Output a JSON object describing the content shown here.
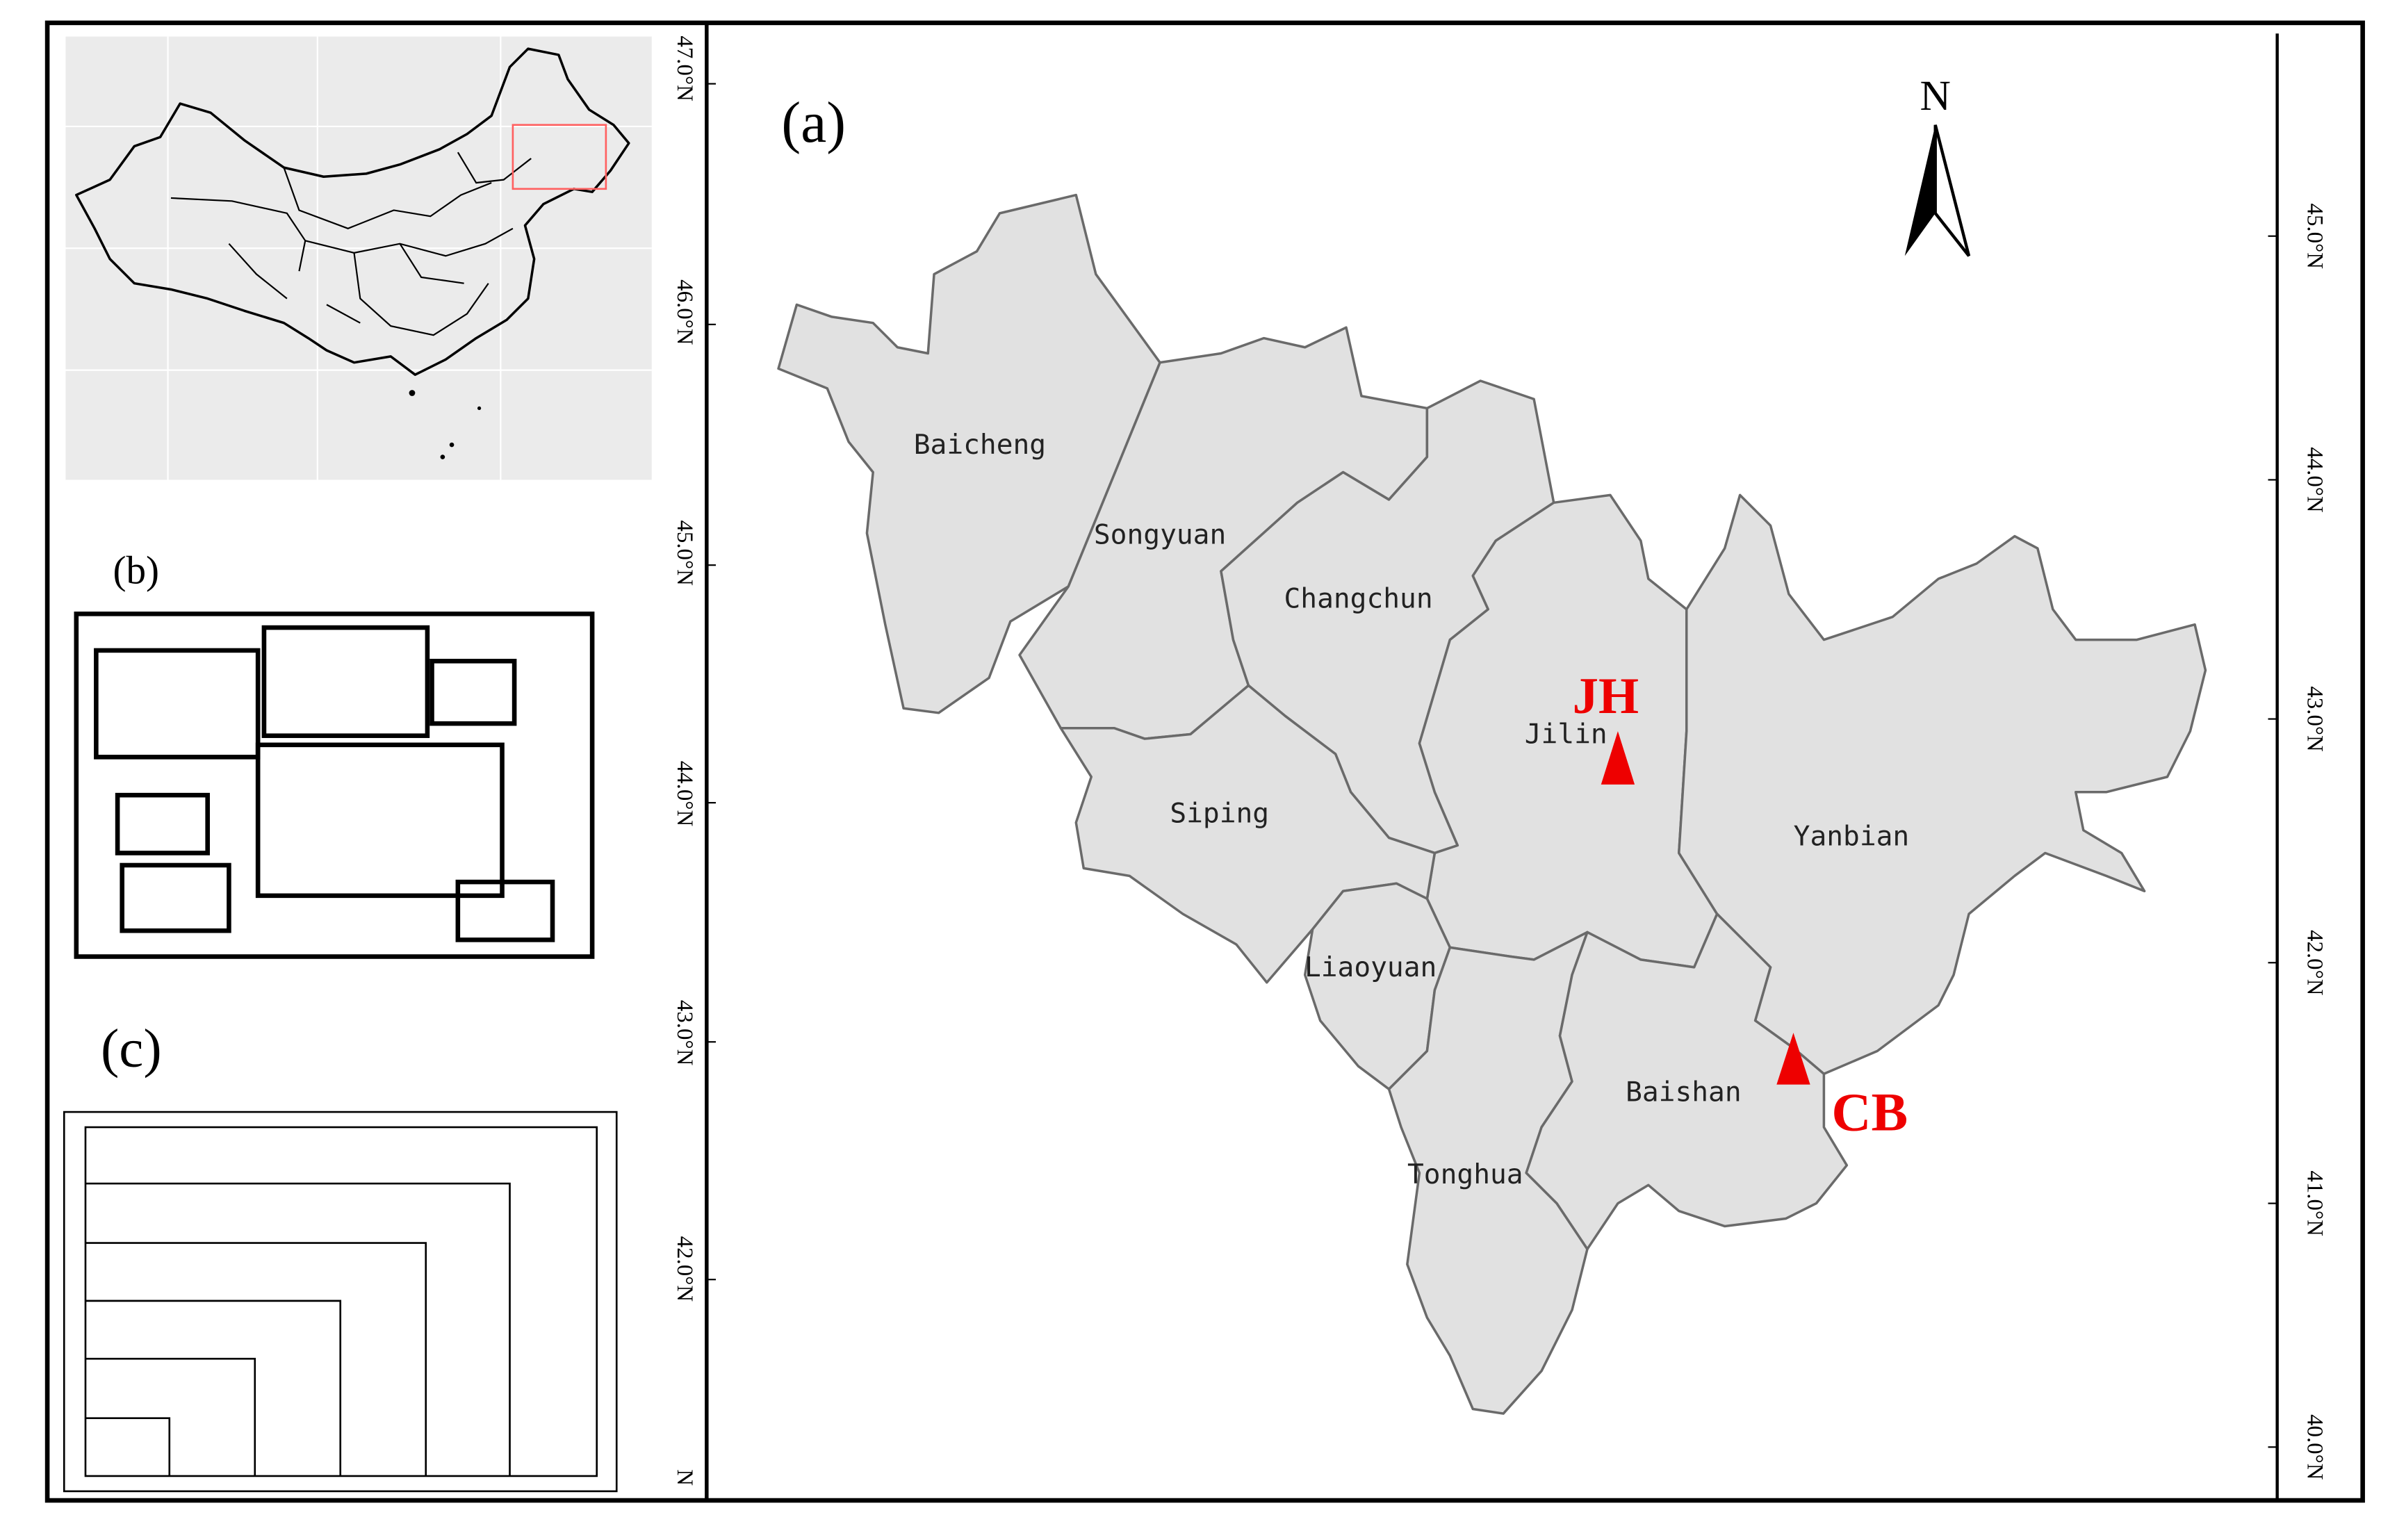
{
  "panel_labels": {
    "a": "(a)",
    "b": "(b)",
    "c": "(c)"
  },
  "north_arrow": {
    "label": "N",
    "icon": "north-arrow-icon"
  },
  "left_axis_ticks": [
    "47.0°N",
    "46.0°N",
    "45.0°N",
    "44.0°N",
    "43.0°N",
    "42.0°N",
    "N"
  ],
  "right_axis_ticks": [
    "45.0°N",
    "44.0°N",
    "43.0°N",
    "42.0°N",
    "41.0°N",
    "40.0°N"
  ],
  "regions": [
    "Baicheng",
    "Songyuan",
    "Changchun",
    "Jilin",
    "Siping",
    "Liaoyuan",
    "Yanbian",
    "Baishan",
    "Tonghua"
  ],
  "sites": [
    {
      "code": "JH",
      "marker": "red-triangle-icon"
    },
    {
      "code": "CB",
      "marker": "red-triangle-icon"
    }
  ],
  "colors": {
    "region_fill": "#e1e1e1",
    "region_stroke": "#6a6a6a",
    "site_marker": "#ee0000",
    "inset_background": "#ebebeb",
    "inset_highlight": "#ff6060"
  }
}
